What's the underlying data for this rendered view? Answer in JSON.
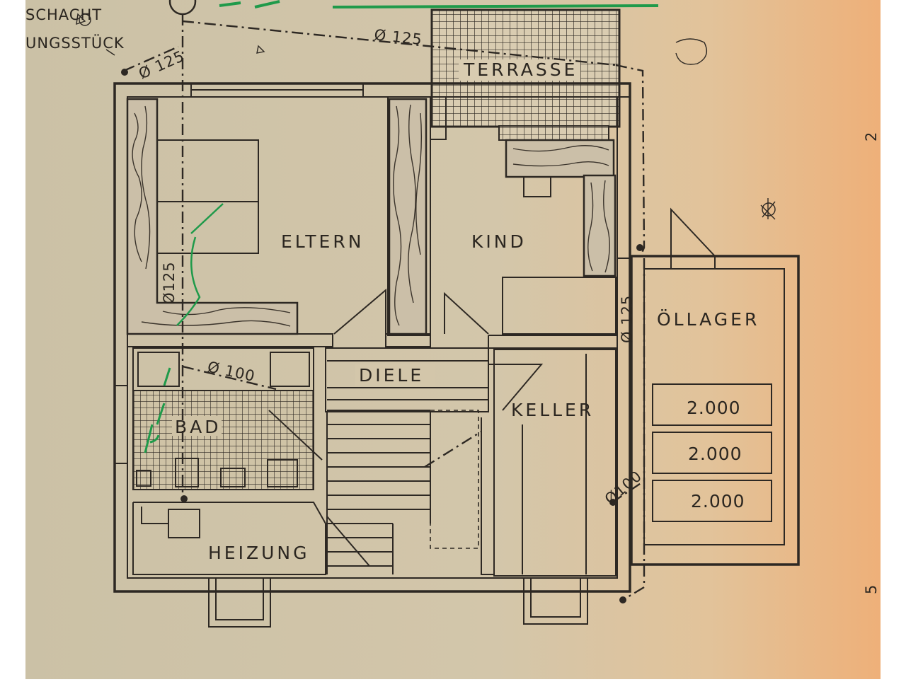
{
  "top_left_labels": [
    "SCHACHT",
    "UNGSSTÜCK"
  ],
  "rooms": {
    "eltern": "ELTERN",
    "kind": "KIND",
    "terrasse": "TERRASSE",
    "diele": "DIELE",
    "bad": "BAD",
    "keller": "KELLER",
    "heizung": "HEIZUNG",
    "oellager": "ÖLLAGER"
  },
  "pipe_labels": {
    "top": "Ø 125",
    "top_left": "Ø 125",
    "eltern_left": "Ø125",
    "right": "Ø 125",
    "bad": "Ø 100",
    "keller": "Ø100"
  },
  "tanks": [
    "2.000",
    "2.000",
    "2.000"
  ],
  "colors": {
    "paper": "#cfc3a8",
    "paper_warm": "#e9b27c",
    "ink": "#2d2823",
    "green_annotation": "#1f9a4a"
  }
}
